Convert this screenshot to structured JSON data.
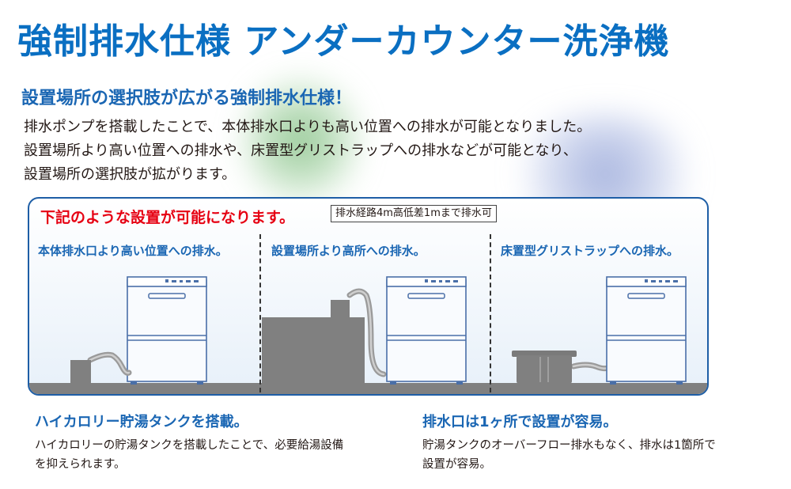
{
  "header": {
    "title": "強制排水仕様 アンダーカウンター洗浄機",
    "subtitle": "設置場所の選択肢が広がる強制排水仕様！"
  },
  "intro": {
    "lines": [
      "排水ポンプを搭載したことで、本体排水口よりも高い位置への排水が可能となりました。",
      "設置場所より高い位置への排水や、床置型グリストラップへの排水などが可能となり、",
      "設置場所の選択肢が拡がります。"
    ]
  },
  "panel": {
    "heading": "下記のような設置が可能になります。",
    "note": "排水経路4m高低差1mまで排水可",
    "cases": [
      {
        "label": "本体排水口より高い位置への排水。"
      },
      {
        "label": "設置場所より高所への排水。"
      },
      {
        "label": "床置型グリストラップへの排水。"
      }
    ]
  },
  "features": [
    {
      "title": "ハイカロリー貯湯タンクを搭載。",
      "body": [
        "ハイカロリーの貯湯タンクを搭載したことで、必要給湯設備",
        "を抑えられます。"
      ]
    },
    {
      "title": "排水口は1ヶ所で設置が容易。",
      "body": [
        "貯湯タンクのオーバーフロー排水もなく、排水は1箇所で",
        "設置が容易。"
      ]
    }
  ],
  "colors": {
    "title_blue": "#0a6fc2",
    "accent_red": "#e60012",
    "panel_border": "#1e5ea6",
    "machine_outline": "#4a6fa8",
    "floor_gray": "#808080"
  }
}
